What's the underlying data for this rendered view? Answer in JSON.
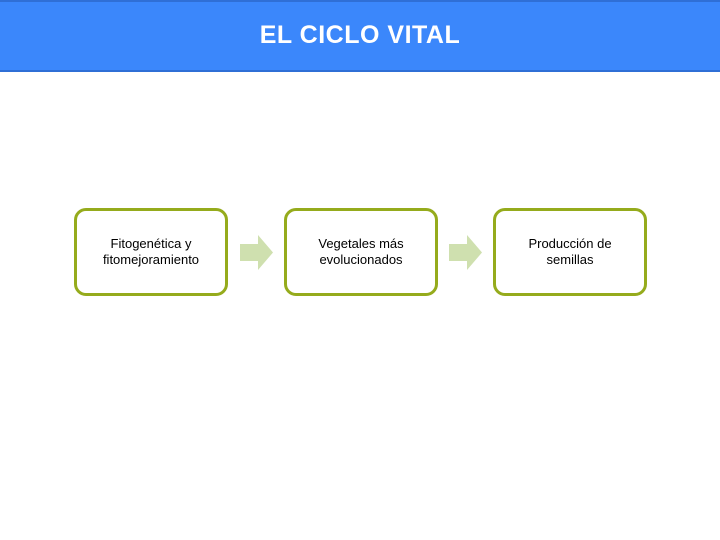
{
  "header": {
    "title": "EL CICLO VITAL",
    "background_color": "#3b87fb",
    "border_color": "#2f6fd6",
    "text_color": "#ffffff"
  },
  "diagram": {
    "type": "linear-flow",
    "box_border_color": "#95ab1c",
    "box_fill_color": "#ffffff",
    "box_text_color": "#000000",
    "arrow_color": "#cfe0af",
    "steps": [
      {
        "id": "step-1",
        "label": "Fitogenética y fitomejoramiento"
      },
      {
        "id": "step-2",
        "label": "Vegetales más evolucionados"
      },
      {
        "id": "step-3",
        "label": "Producción de semillas"
      }
    ],
    "connectors": [
      {
        "id": "arrow-1",
        "icon": "arrow-right-icon",
        "from": "step-1",
        "to": "step-2"
      },
      {
        "id": "arrow-2",
        "icon": "arrow-right-icon",
        "from": "step-2",
        "to": "step-3"
      }
    ]
  },
  "page": {
    "background_color": "#ffffff"
  }
}
